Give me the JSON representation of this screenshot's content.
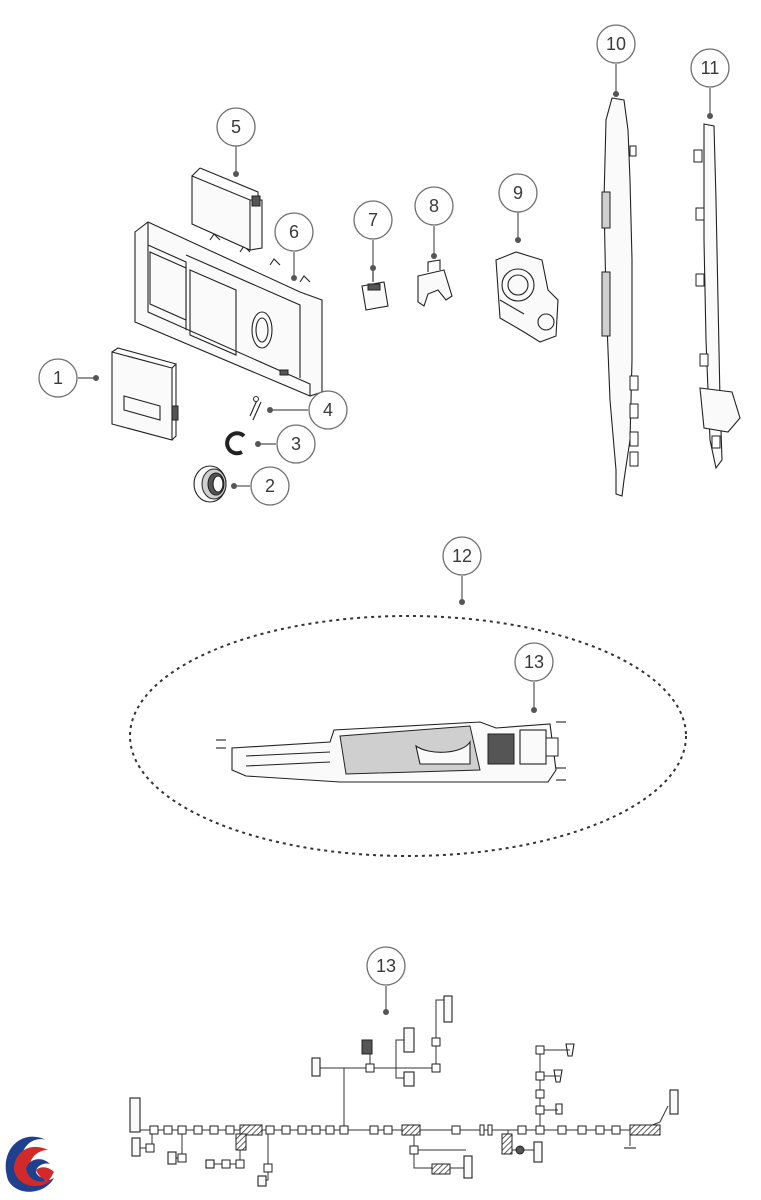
{
  "callouts": {
    "c1": "1",
    "c2": "2",
    "c3": "3",
    "c4": "4",
    "c5": "5",
    "c6": "6",
    "c7": "7",
    "c8": "8",
    "c9": "9",
    "c10": "10",
    "c11": "11",
    "c12": "12",
    "c13a": "13",
    "c13b": "13"
  },
  "logo": {
    "icon": "brand-logo-icon",
    "colors": [
      "#d22a2a",
      "#1f3f8f"
    ]
  }
}
